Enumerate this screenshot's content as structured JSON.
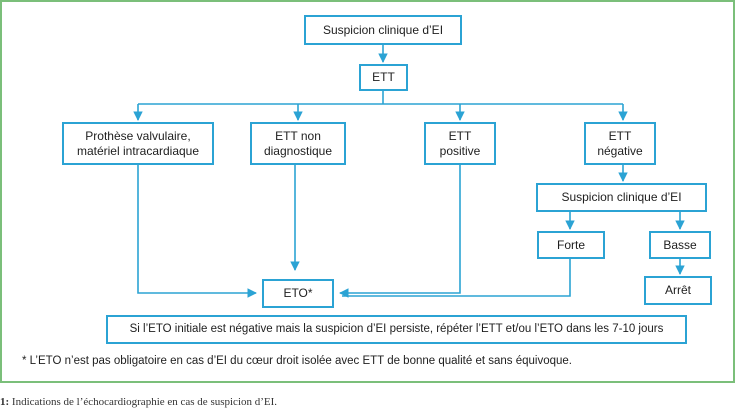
{
  "nodes": {
    "suspicion_top": "Suspicion clinique d’EI",
    "ett": "ETT",
    "prothese_line1": "Prothèse valvulaire,",
    "prothese_line2": "matériel intracardiaque",
    "ett_non_line1": "ETT non",
    "ett_non_line2": "diagnostique",
    "ett_pos_line1": "ETT",
    "ett_pos_line2": "positive",
    "ett_neg_line1": "ETT",
    "ett_neg_line2": "négative",
    "suspicion_second": "Suspicion clinique d’EI",
    "forte": "Forte",
    "basse": "Basse",
    "arret": "Arrêt",
    "eto": "ETO*",
    "repeat_note": "Si l’ETO initiale est négative mais la suspicion d’EI persiste, répéter l’ETT et/ou l’ETO dans les 7-10 jours"
  },
  "footnote": "* L’ETO n’est pas obligatoire en cas d’EI du cœur droit isolée avec ETT de bonne qualité et sans équivoque.",
  "caption": {
    "number": "1:",
    "text": " Indications de l’échocardiographie en cas de suspicion d’EI."
  },
  "colors": {
    "frame_border": "#7bbf7a",
    "node_border": "#2ba3d4",
    "connector": "#2ba3d4"
  }
}
